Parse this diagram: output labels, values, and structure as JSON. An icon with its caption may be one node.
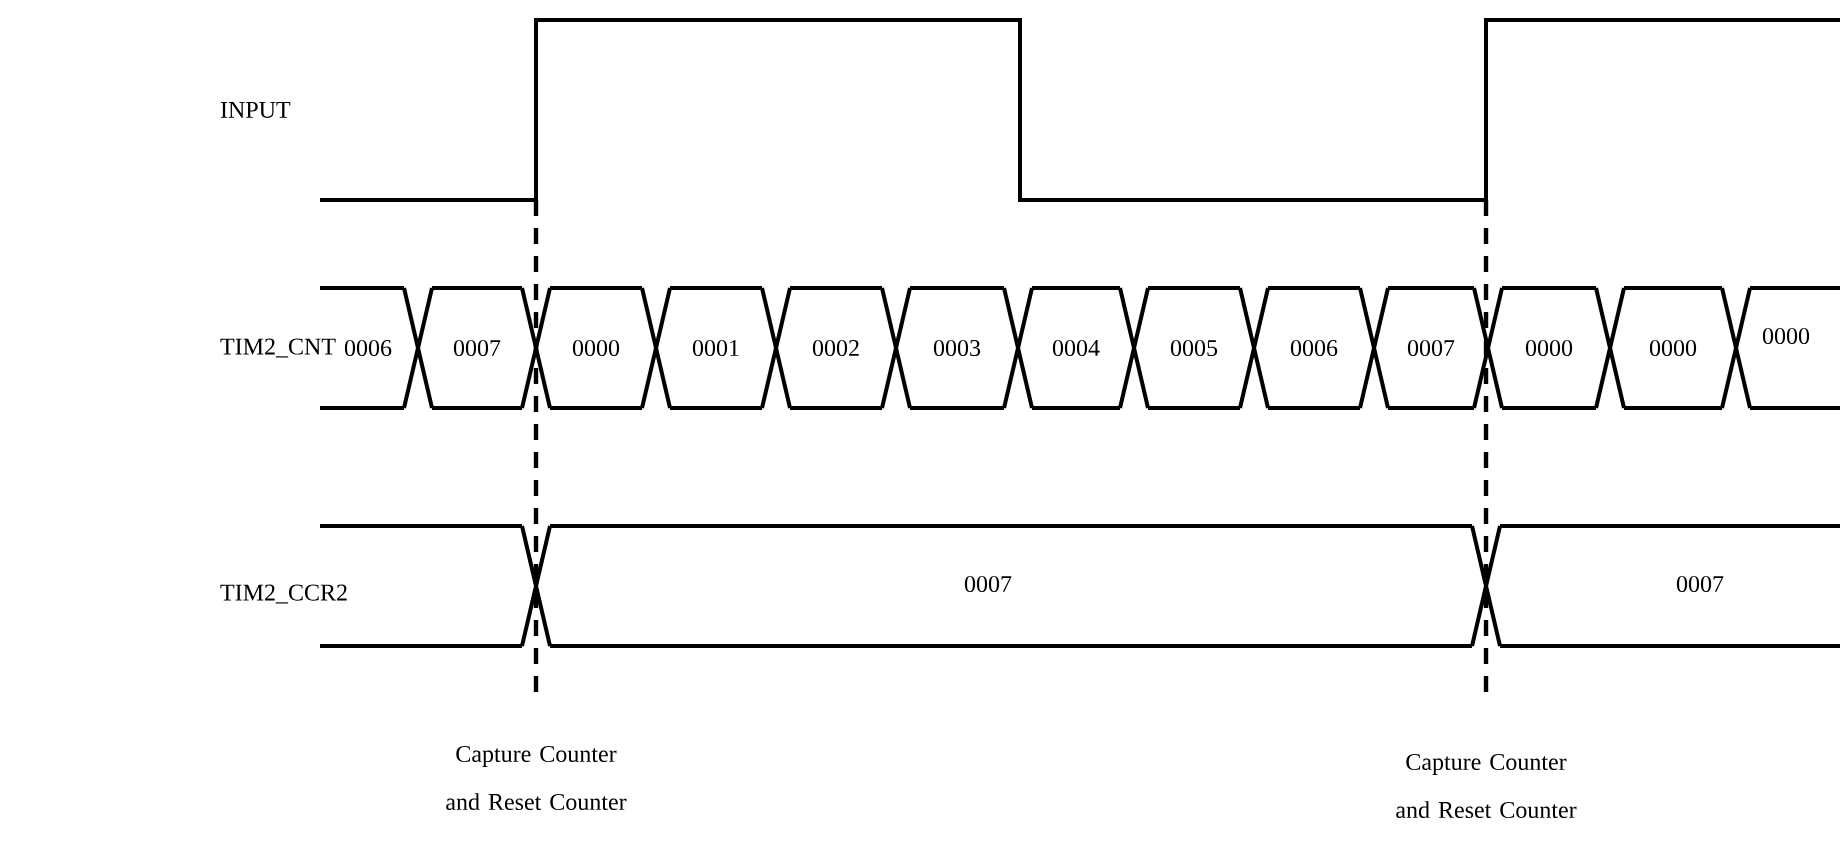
{
  "diagram": {
    "labels": [
      "INPUT",
      "TIM2_CNT",
      "0006",
      "0007",
      "0000",
      "0001",
      "0002",
      "0003",
      "0004",
      "0005",
      "0006",
      "0007",
      "0000",
      "0000",
      "0000",
      "TIM2_CCR2",
      "0007",
      "0007",
      "Capture Counter and Reset Counter",
      "Capture Counter and Reset Counter"
    ]
  }
}
